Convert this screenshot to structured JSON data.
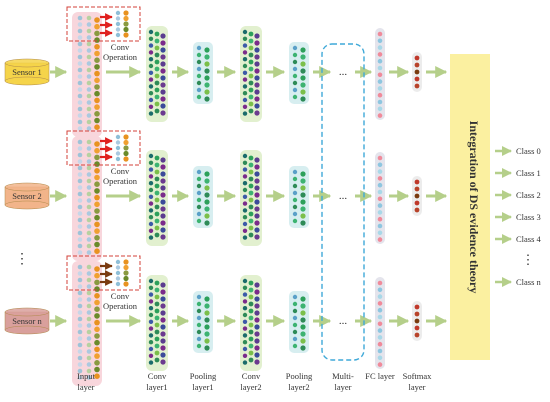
{
  "sensors": [
    "Sensor 1",
    "Sensor 2",
    "Sensor n"
  ],
  "sensor_gap_dots": "⋮",
  "conv_operation": [
    "Conv",
    "Operation"
  ],
  "multi_dots": "...",
  "columns": [
    [
      "Input",
      "layer"
    ],
    [
      "Conv",
      "layer1"
    ],
    [
      "Pooling",
      "layer1"
    ],
    [
      "Conv",
      "layer2"
    ],
    [
      "Pooling",
      "layer2"
    ],
    [
      "Multi-",
      "layer"
    ],
    [
      "FC layer"
    ],
    [
      "Softmax",
      "layer"
    ]
  ],
  "fusion_title": "Integration of DS evidence theory",
  "classes": [
    "Class 0",
    "Class 1",
    "Class 2",
    "Class 3",
    "Class 4",
    "Class n"
  ],
  "class_gap_dots": "⋮",
  "colors": {
    "sensor1": "#f5d44a",
    "sensor2": "#f2b48a",
    "sensor3": "#d9a09c",
    "input_bg": "#f8d6dc",
    "conv_bg": "#e2f0cf",
    "pool_bg": "#d7eef0",
    "fusion_bg": "#fbf0a0",
    "fusion_text": "#1f8c8c",
    "arrow": "#b5cf8a",
    "red_arrow": "#e0201e",
    "brown_arrow": "#7a3b10",
    "dashed_box": "#d3423a",
    "multi_box": "#3fa9d8"
  }
}
